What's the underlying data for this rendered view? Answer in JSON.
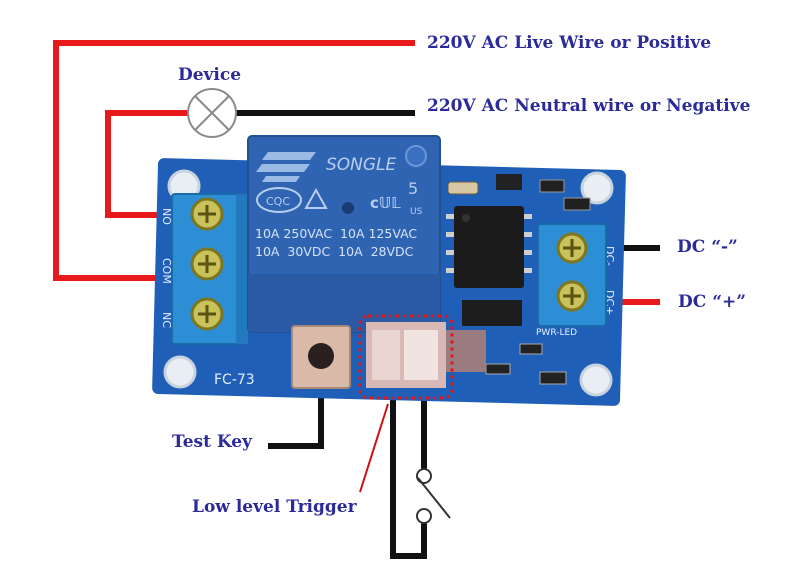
{
  "labels": {
    "live_wire": "220V AC Live Wire or Positive",
    "neutral_wire": "220V AC Neutral wire or Negative",
    "device": "Device",
    "dc_minus": "DC “-”",
    "dc_plus": "DC “+”",
    "test_key": "Test Key",
    "low_level_trigger": "Low level Trigger"
  },
  "relay": {
    "brand": "SONGLE",
    "rating_line1": "10A 250VAC  10A 125VAC",
    "rating_line2": "10A  30VDC  10A  28VDC",
    "digit": "5",
    "cert_mark": "CQC",
    "us_mark": "US"
  },
  "board": {
    "model": "FC-73",
    "terminal_no": "NO",
    "terminal_com": "COM",
    "terminal_nc": "NC",
    "terminal_dc_minus": "DC-",
    "terminal_dc_plus": "DC+",
    "led_label": "PWR-LED"
  },
  "colors": {
    "wire_red": "#e8191a",
    "wire_black": "#111111",
    "pcb_blue": "#1f5fb8",
    "relay_blue": "#2f64b3",
    "terminal_blue": "#2c8fd6",
    "label_text": "#2a2a9a"
  },
  "icons": {
    "device": "lamp-cross-icon",
    "switch": "switch-icon"
  }
}
